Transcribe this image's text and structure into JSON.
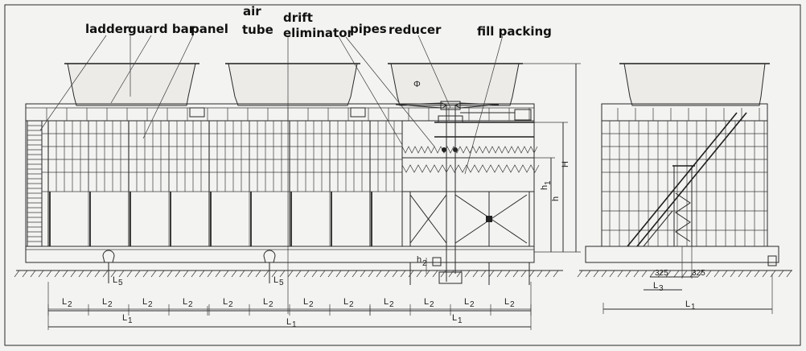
{
  "labels": {
    "ladder": "ladder",
    "guard_bar": "guard bar",
    "panel": "panel",
    "air": "air",
    "tube": "tube",
    "drift": "drift",
    "eliminator": "eliminator",
    "pipes": "pipes",
    "reducer": "reducer",
    "fill_packing": "fill packing"
  },
  "dims": {
    "L": "L",
    "sub1": "1",
    "sub2": "2",
    "sub3": "3",
    "sub5": "5",
    "H": "H",
    "h": "h",
    "h1": "h",
    "h2": "h",
    "phi": "Φ",
    "d325a": "325",
    "d325b": "325"
  },
  "colors": {
    "background": "#f3f3f1",
    "line": "#2a2a2a"
  }
}
